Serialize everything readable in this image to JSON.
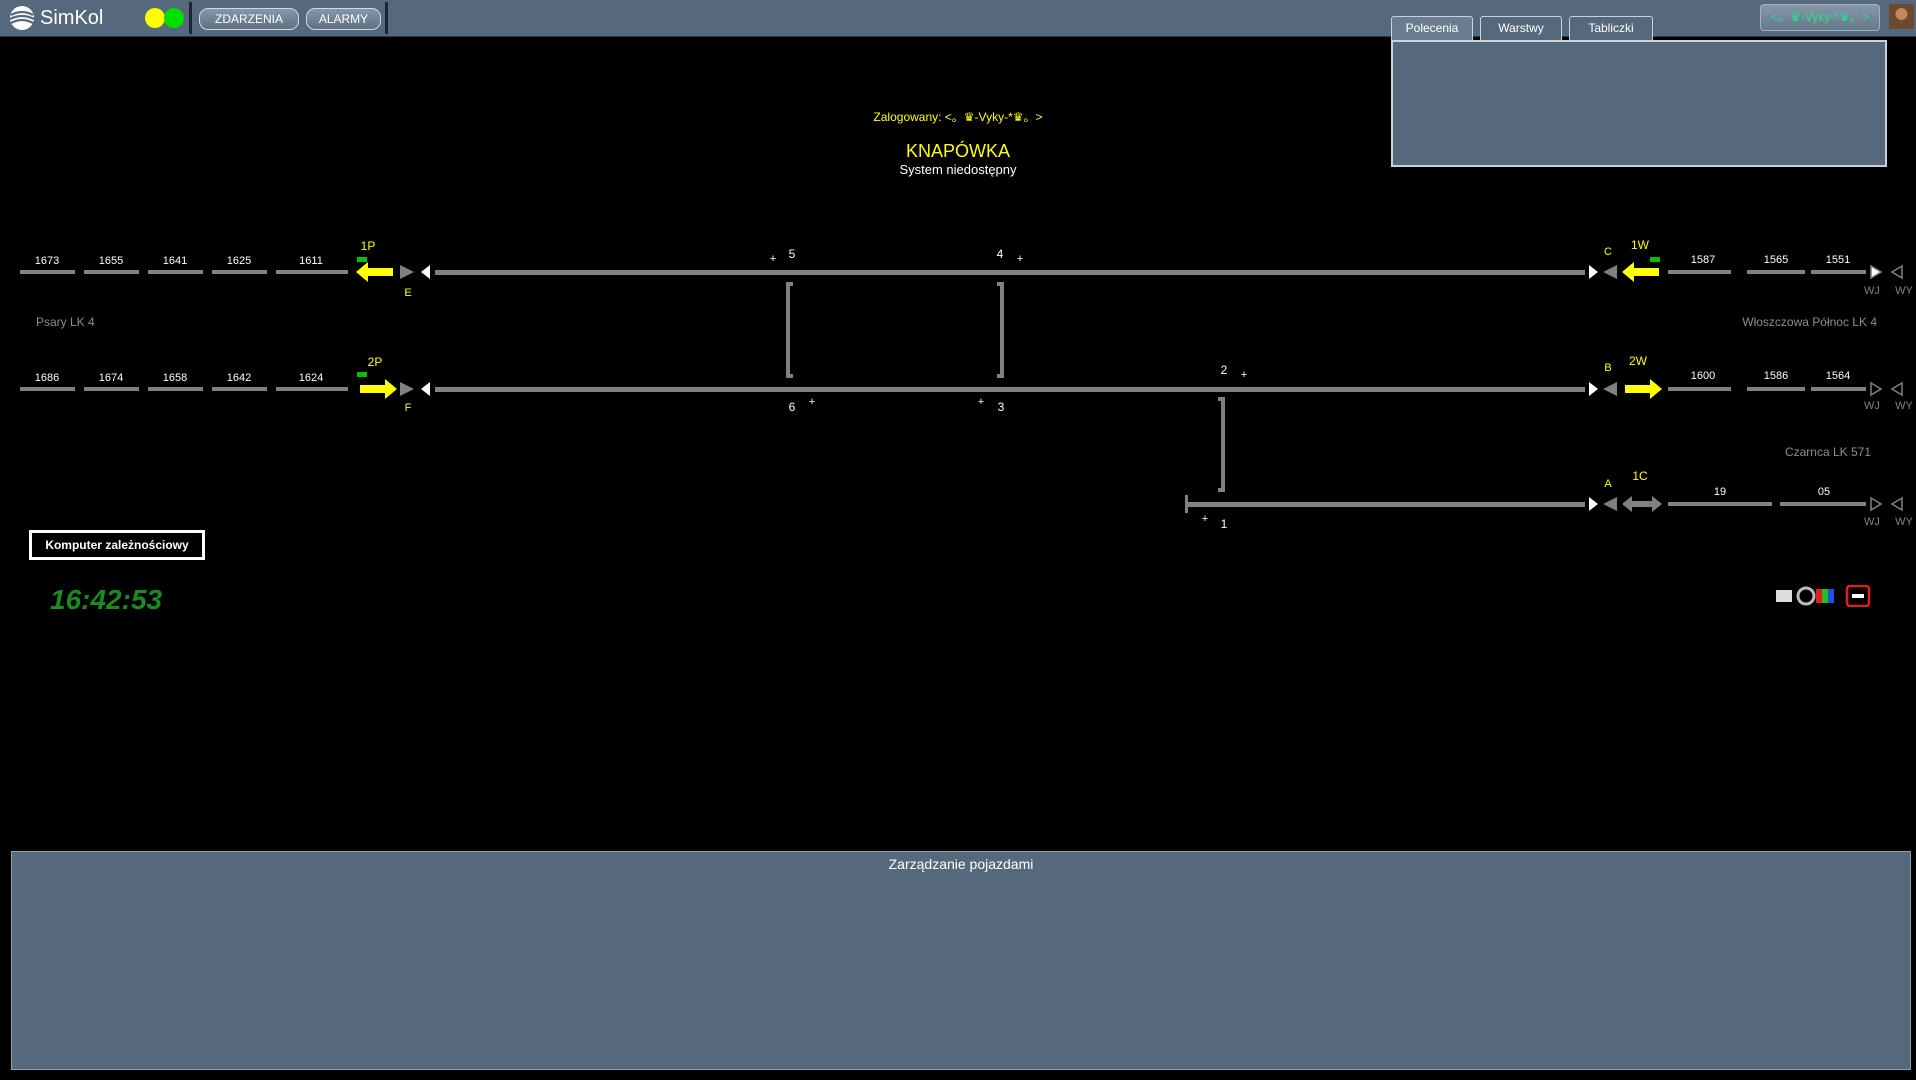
{
  "app": {
    "logo_text": "SimKol"
  },
  "toolbar": {
    "events_label": "ZDARZENIA",
    "alarms_label": "ALARMY"
  },
  "tabs": [
    {
      "label": "Polecenia"
    },
    {
      "label": "Warstwy"
    },
    {
      "label": "Tabliczki"
    }
  ],
  "user": {
    "name": "<。♛-Vyky-*♛。>",
    "logged_label": "Zalogowany: <。♛-Vyky-*♛。>"
  },
  "station": {
    "name": "KNAPÓWKA",
    "status": "System niedostępny"
  },
  "clock": "16:42:53",
  "interlocking_button": "Komputer zależnościowy",
  "bottom_panel": {
    "title": "Zarządzanie pojazdami"
  },
  "directions": {
    "left": "Psary LK 4",
    "right_top": "Włoszczowa Północ LK 4",
    "right_bottom": "Czarnca LK 571"
  },
  "track1_left_blocks": [
    "1673",
    "1655",
    "1641",
    "1625",
    "1611"
  ],
  "track2_left_blocks": [
    "1686",
    "1674",
    "1658",
    "1642",
    "1624"
  ],
  "track1_right_blocks": [
    "1587",
    "1565",
    "1551"
  ],
  "track2_right_blocks": [
    "1600",
    "1586",
    "1564"
  ],
  "track3_right_blocks": [
    "19",
    "05"
  ],
  "signals": {
    "s1p": "1P",
    "s2p": "2P",
    "s1w": "1W",
    "s2w": "2W",
    "s1c": "1C",
    "e": "E",
    "f": "F",
    "c": "C",
    "b": "B",
    "a": "A"
  },
  "switches": {
    "sw1": "1",
    "sw2": "2",
    "sw3": "3",
    "sw4": "4",
    "sw5": "5",
    "sw6": "6",
    "plus": "+"
  },
  "exit_labels": {
    "wj": "WJ",
    "wy": "WY"
  },
  "colors": {
    "track": "#808080",
    "yellow": "#ffff00",
    "green": "#00c000",
    "panel": "#56697c"
  }
}
